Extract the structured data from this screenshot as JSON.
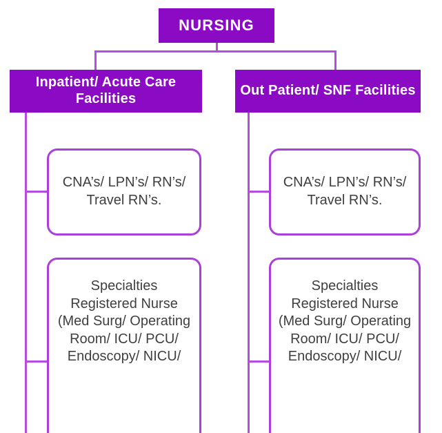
{
  "diagram": {
    "title": "NURSING",
    "type": "organizational-hierarchy",
    "colors": {
      "box_fill": "#8B0AC4",
      "box_text": "#FFFFFF",
      "connector": "#B44DE0",
      "outline_border": "#AB3FD8",
      "outline_text": "#3F3F3F",
      "background": "#FFFFFF"
    },
    "root": {
      "label": "NURSING"
    },
    "branches": [
      {
        "id": "inpatient",
        "label": "Inpatient/ Acute Care Facilities",
        "children": [
          {
            "id": "inpatient-staff",
            "label": "CNA’s/ LPN’s/ RN’s/ Travel RN’s."
          },
          {
            "id": "inpatient-specialties",
            "label": "Specialties Registered Nurse (Med Surg/ Operating Room/ ICU/ PCU/ Endoscopy/ NICU/"
          }
        ]
      },
      {
        "id": "outpatient",
        "label": "Out Patient/ SNF Facilities",
        "children": [
          {
            "id": "outpatient-staff",
            "label": "CNA’s/ LPN’s/ RN’s/ Travel RN’s."
          },
          {
            "id": "outpatient-specialties",
            "label": "Specialties Registered Nurse (Med Surg/ Operating Room/ ICU/ PCU/ Endoscopy/ NICU/"
          }
        ]
      }
    ]
  }
}
